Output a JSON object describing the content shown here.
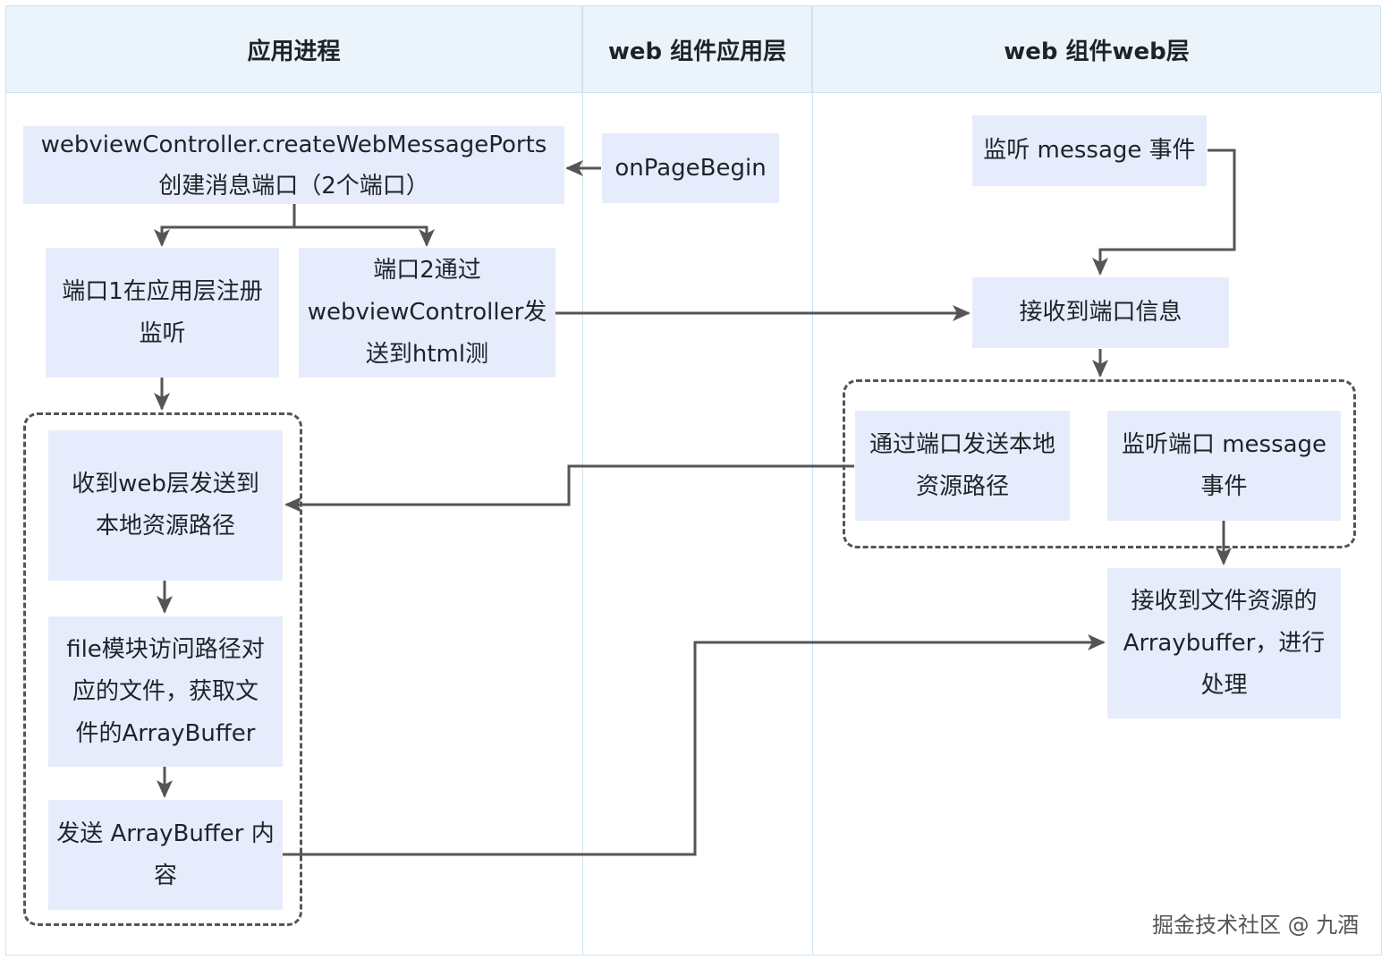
{
  "lanes": [
    {
      "title": "应用进程"
    },
    {
      "title": "web 组件应用层"
    },
    {
      "title": "web 组件web层"
    }
  ],
  "nodes": {
    "create_ports": {
      "lines": [
        "webviewController.createWebMessagePorts",
        "创建消息端口（2个端口）"
      ]
    },
    "on_page_begin": {
      "lines": [
        "onPageBegin"
      ]
    },
    "port1_register": {
      "lines": [
        "端口1在应用层注册",
        "监听"
      ]
    },
    "port2_send": {
      "lines": [
        "端口2通过",
        "webviewController发",
        "送到html测"
      ]
    },
    "receive_path": {
      "lines": [
        "收到web层发送到",
        "本地资源路径"
      ]
    },
    "file_read": {
      "lines": [
        "file模块访问路径对",
        "应的文件，获取文",
        "件的ArrayBuffer"
      ]
    },
    "send_buffer": {
      "lines": [
        "发送 ArrayBuffer 内",
        "容"
      ]
    },
    "listen_message_top": {
      "lines": [
        "监听 message 事件"
      ]
    },
    "receive_port_info": {
      "lines": [
        "接收到端口信息"
      ]
    },
    "send_local_path": {
      "lines": [
        "通过端口发送本地",
        "资源路径"
      ]
    },
    "listen_port_message": {
      "lines": [
        "监听端口 message",
        "事件"
      ]
    },
    "receive_arraybuffer": {
      "lines": [
        "接收到文件资源的",
        "Arraybuffer，进行",
        "处理"
      ]
    }
  },
  "colors": {
    "lane_header": "#ebf3fb",
    "node_fill": "#e6ecfb",
    "connector": "#555555",
    "lane_border": "#cfe2ef"
  },
  "watermark": "掘金技术社区 @ 九酒"
}
